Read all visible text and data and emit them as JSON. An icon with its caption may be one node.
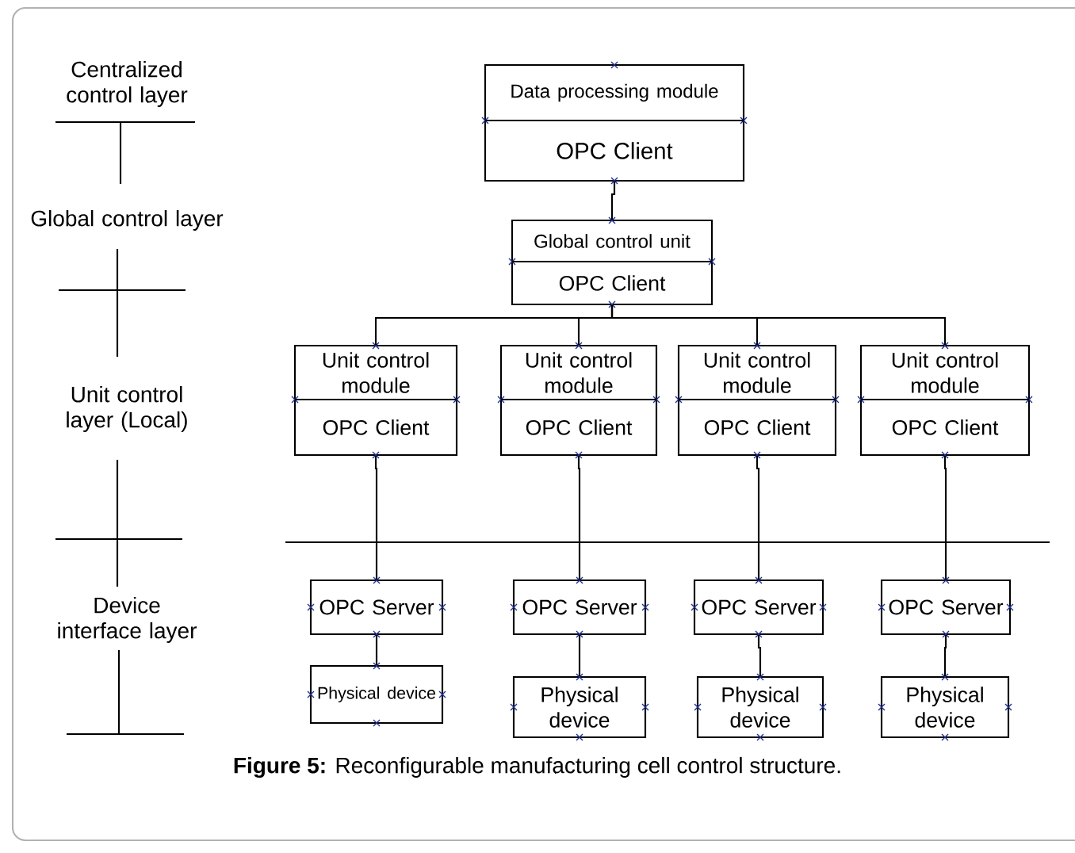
{
  "diagram": {
    "caption": "**Figure 5:** Reconfigurable manufacturing cell control structure.",
    "nodes": [
      {
        "text": [
          "Data processing module",
          "OPC Client"
        ]
      },
      {
        "text": [
          "Global control unit",
          "OPC Client"
        ]
      },
      {
        "text": [
          "Unit control module",
          "OPC Client"
        ]
      },
      {
        "text": [
          "Unit control module",
          "OPC Client"
        ]
      },
      {
        "text": [
          "Unit control module",
          "OPC Client"
        ]
      },
      {
        "text": [
          "Unit control module",
          "OPC Client"
        ]
      },
      {
        "text": [
          "OPC Server"
        ]
      },
      {
        "text": [
          "OPC Server"
        ]
      },
      {
        "text": [
          "OPC Server"
        ]
      },
      {
        "text": [
          "OPC Server"
        ]
      },
      {
        "text": [
          "Physical device"
        ]
      },
      {
        "text": [
          "Physical device"
        ]
      },
      {
        "text": [
          "Physical device"
        ]
      },
      {
        "text": [
          "Physical device"
        ]
      }
    ],
    "edges": [
      {
        "from": 0,
        "to": 1,
        "arrow": "none"
      },
      {
        "from": 1,
        "to": 2,
        "arrow": "none"
      },
      {
        "from": 1,
        "to": 3,
        "arrow": "none"
      },
      {
        "from": 1,
        "to": 4,
        "arrow": "none"
      },
      {
        "from": 1,
        "to": 5,
        "arrow": "none"
      },
      {
        "from": 2,
        "to": 6,
        "arrow": "none"
      },
      {
        "from": 3,
        "to": 7,
        "arrow": "none"
      },
      {
        "from": 4,
        "to": 8,
        "arrow": "none"
      },
      {
        "from": 5,
        "to": 9,
        "arrow": "none"
      },
      {
        "from": 6,
        "to": 10,
        "arrow": "none"
      },
      {
        "from": 7,
        "to": 11,
        "arrow": "none"
      },
      {
        "from": 8,
        "to": 12,
        "arrow": "none"
      },
      {
        "from": 9,
        "to": 13,
        "arrow": "none"
      }
    ],
    "labels": [
      "Centralized control layer",
      "Global control layer",
      "Unit control layer (Local)",
      "Device interface layer"
    ]
  }
}
